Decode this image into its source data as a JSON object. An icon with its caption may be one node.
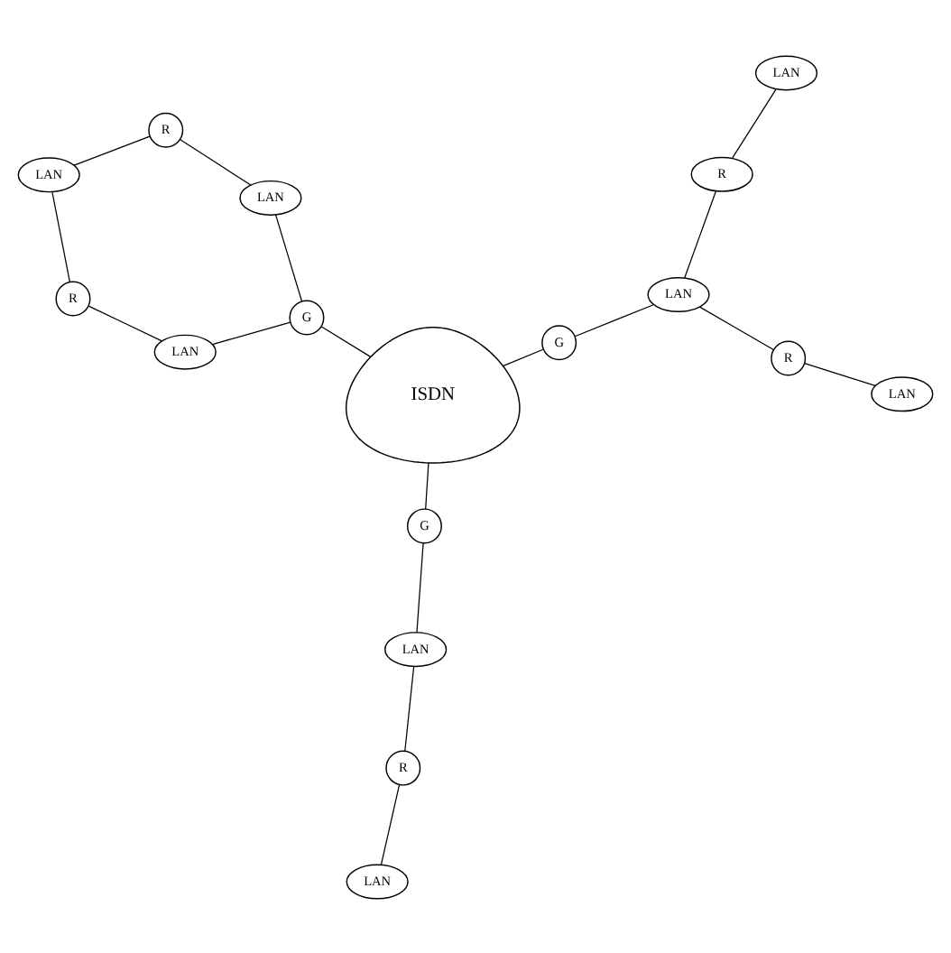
{
  "diagram": {
    "nodes": [
      {
        "text": [
          "LAN"
        ]
      },
      {
        "text": [
          "R"
        ]
      },
      {
        "text": [
          "LAN"
        ]
      },
      {
        "text": [
          "R"
        ]
      },
      {
        "text": [
          "LAN"
        ]
      },
      {
        "text": [
          "LAN"
        ]
      },
      {
        "text": [
          "R"
        ]
      },
      {
        "text": [
          "G"
        ]
      },
      {
        "text": [
          "LAN"
        ]
      },
      {
        "text": [
          "G"
        ]
      },
      {
        "text": [
          "ISDN"
        ]
      },
      {
        "text": [
          "G"
        ]
      },
      {
        "text": [
          "LAN"
        ]
      },
      {
        "text": [
          "R"
        ]
      },
      {
        "text": [
          "R"
        ]
      },
      {
        "text": [
          "LAN"
        ]
      },
      {
        "text": [
          "LAN"
        ]
      }
    ],
    "edges": [
      {
        "from": 0,
        "to": 1,
        "arrow": "none"
      },
      {
        "from": 1,
        "to": 2,
        "arrow": "none"
      },
      {
        "from": 2,
        "to": 9,
        "arrow": "none"
      },
      {
        "from": 9,
        "to": 10,
        "arrow": "none"
      },
      {
        "from": 10,
        "to": 7,
        "arrow": "none"
      },
      {
        "from": 7,
        "to": 5,
        "arrow": "none"
      },
      {
        "from": 5,
        "to": 3,
        "arrow": "none"
      },
      {
        "from": 3,
        "to": 4,
        "arrow": "none"
      },
      {
        "from": 4,
        "to": 6,
        "arrow": "none"
      },
      {
        "from": 6,
        "to": 8,
        "arrow": "none"
      },
      {
        "from": 8,
        "to": 7,
        "arrow": "none"
      },
      {
        "from": 10,
        "to": 11,
        "arrow": "none"
      },
      {
        "from": 11,
        "to": 12,
        "arrow": "none"
      },
      {
        "from": 12,
        "to": 14,
        "arrow": "none"
      },
      {
        "from": 14,
        "to": 15,
        "arrow": "none"
      },
      {
        "from": 12,
        "to": 13,
        "arrow": "none"
      },
      {
        "from": 13,
        "to": 16,
        "arrow": "none"
      }
    ]
  }
}
